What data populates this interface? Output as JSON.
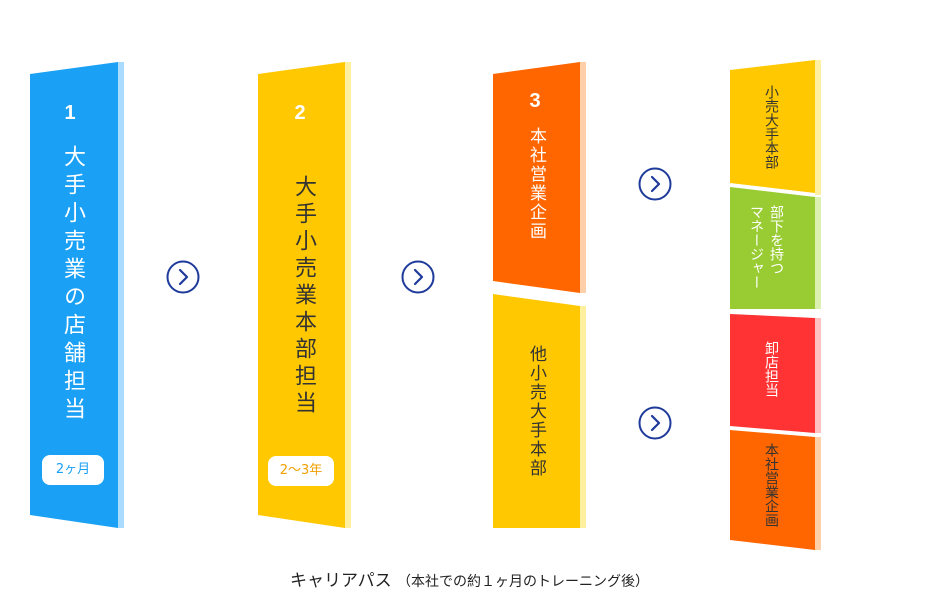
{
  "colors": {
    "blue": "#1aa0f5",
    "yellow": "#ffc800",
    "orange": "#ff6600",
    "green": "#99cc33",
    "red": "#ff3333",
    "arrow": "#1e3a9a"
  },
  "step1": {
    "number": "1",
    "label": "大手小売業の店舗担当",
    "duration": "2ヶ月"
  },
  "step2": {
    "number": "2",
    "label": "大手小売業本部担当",
    "duration": "2〜3年"
  },
  "step3": {
    "number": "3",
    "top_label": "本社営業企画",
    "bottom_label": "他小売大手本部"
  },
  "step4": {
    "upper": [
      "小売大手本部",
      "部下を持つ\nマネージャー"
    ],
    "lower": [
      "卸店担当",
      "本社営業企画"
    ]
  },
  "arrow_icon": "chevron-right-circle-icon",
  "caption": {
    "main": "キャリアパス",
    "sub": "（本社での約１ヶ月のトレーニング後）"
  }
}
